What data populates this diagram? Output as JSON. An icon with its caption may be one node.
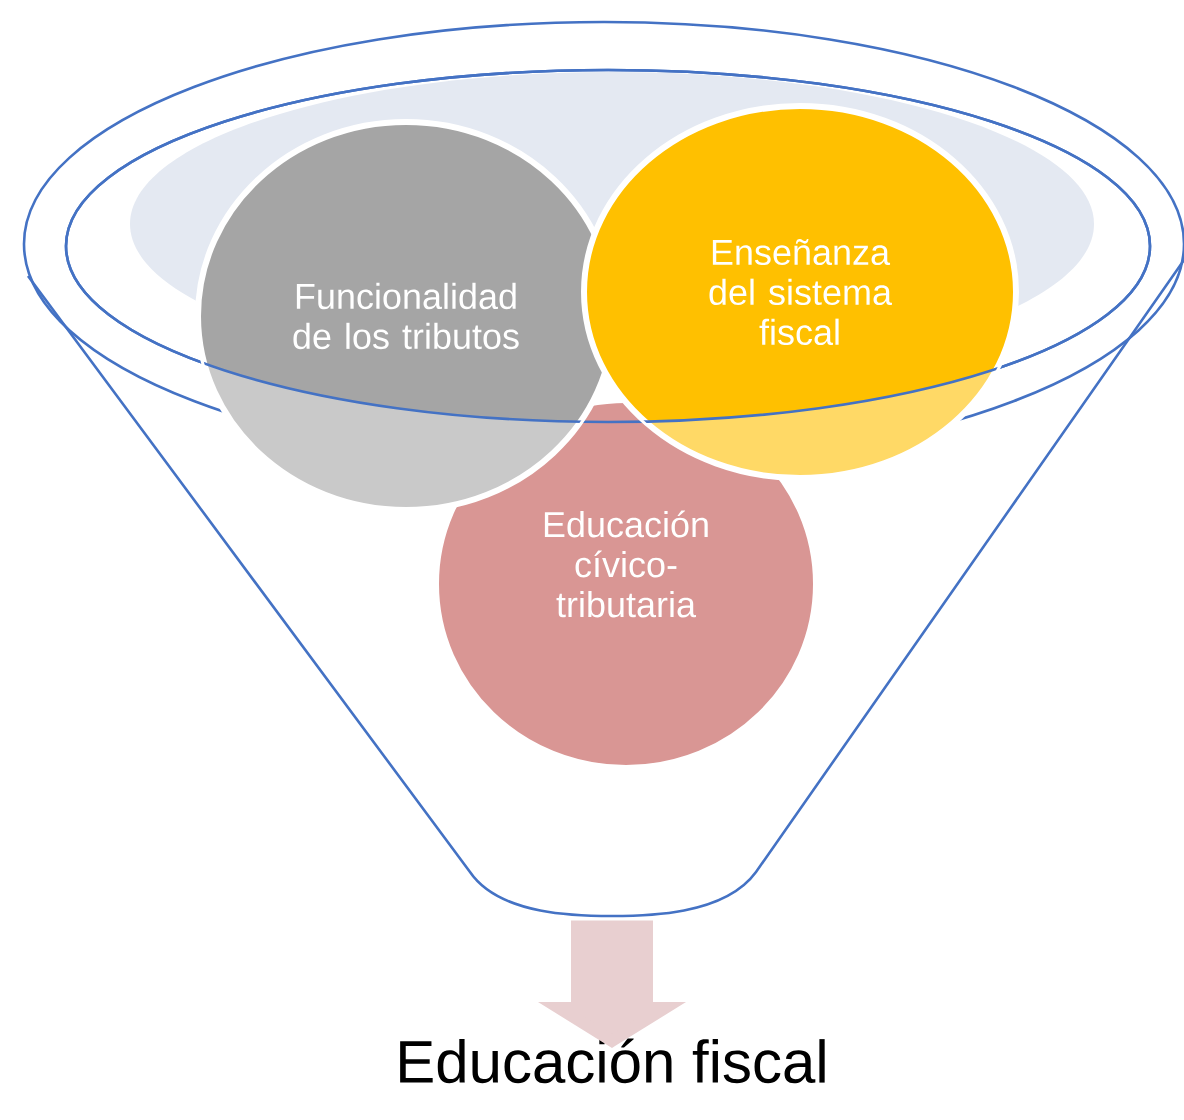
{
  "diagram": {
    "nodes": [
      {
        "text": [],
        "shape": "funnel"
      },
      {
        "text": [],
        "shape": "ellipse",
        "in": 0
      },
      {
        "text": [
          "Funcionalidad de los tributos"
        ],
        "in": 0
      },
      {
        "text": [
          "Enseñanza del sistema fiscal"
        ],
        "in": 0
      },
      {
        "text": [
          "Educación cívico-tributaria"
        ],
        "in": 0
      },
      {
        "text": [
          "Educación fiscal"
        ]
      }
    ],
    "edges": [
      {
        "from": 0,
        "to": 5,
        "arrow": "to"
      }
    ]
  }
}
